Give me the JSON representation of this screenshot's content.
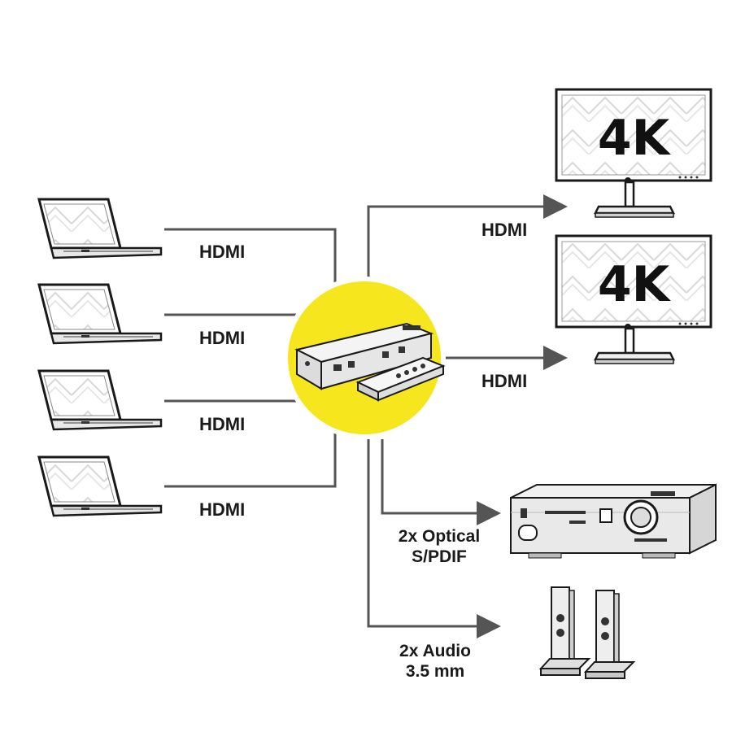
{
  "inputs": [
    {
      "label": "HDMI",
      "device": "laptop"
    },
    {
      "label": "HDMI",
      "device": "laptop"
    },
    {
      "label": "HDMI",
      "device": "laptop"
    },
    {
      "label": "HDMI",
      "device": "laptop"
    }
  ],
  "outputs": {
    "monitor_1": {
      "connection_label": "HDMI",
      "screen_text": "4K"
    },
    "monitor_2": {
      "connection_label": "HDMI",
      "screen_text": "4K"
    },
    "receiver": {
      "connection_label_line1": "2x Optical",
      "connection_label_line2": "S/PDIF"
    },
    "speakers": {
      "connection_label_line1": "2x Audio",
      "connection_label_line2": "3.5 mm"
    }
  },
  "colors": {
    "hub_highlight": "#f5e61e",
    "connector_line": "#555555",
    "device_outline": "#1a1a1a"
  }
}
